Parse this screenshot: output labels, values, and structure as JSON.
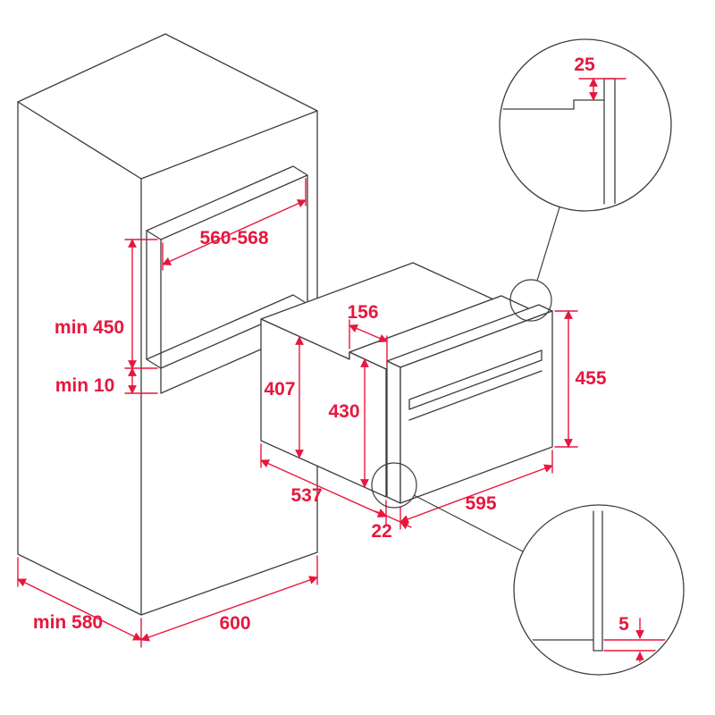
{
  "diagram": {
    "colors": {
      "line": "#3d3d3d",
      "dimension": "#e6173e",
      "background": "#ffffff"
    },
    "labels": {
      "niche_width": "560-568",
      "niche_height": "min 450",
      "bottom_clearance": "min 10",
      "recess_top_depth": "156",
      "oven_rear_height": "407",
      "oven_body_height": "430",
      "oven_front_height": "455",
      "oven_depth": "537",
      "oven_width": "595",
      "front_overhang": "22",
      "cabinet_depth": "min 580",
      "cabinet_width": "600",
      "detail_top_gap": "25",
      "detail_bottom_gap": "5"
    }
  }
}
